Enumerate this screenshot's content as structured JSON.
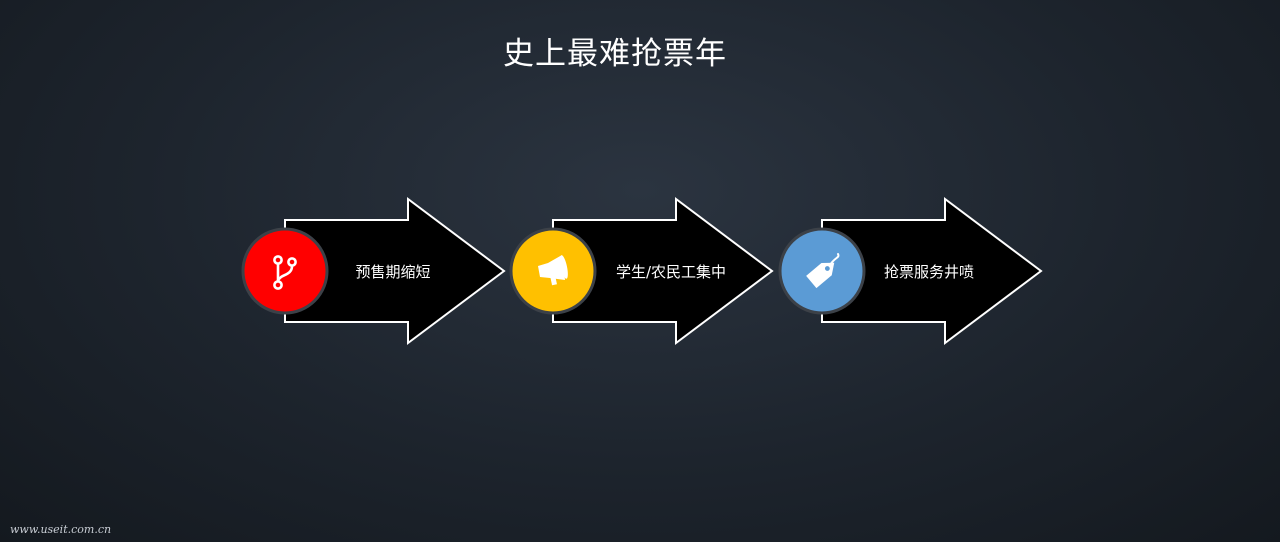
{
  "title": "史上最难抢票年",
  "watermark": "www.useit.com.cn",
  "steps": [
    {
      "label": "预售期缩短",
      "icon": "branch-icon",
      "color": "#ff0000"
    },
    {
      "label": "学生/农民工集中",
      "icon": "megaphone-icon",
      "color": "#ffc000"
    },
    {
      "label": "抢票服务井喷",
      "icon": "tag-icon",
      "color": "#5b9bd5"
    }
  ]
}
